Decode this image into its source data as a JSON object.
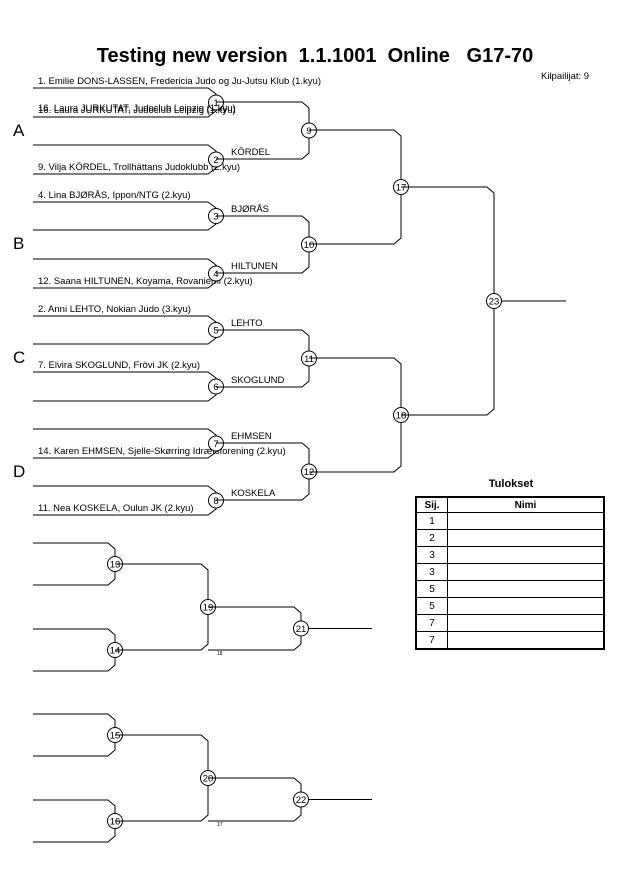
{
  "title": "Testing new version  1.1.1001  Online   G17-70",
  "competitor_count": "Kilpailijat: 9",
  "pools": [
    "A",
    "B",
    "C",
    "D"
  ],
  "competitors": [
    "1. Emilie DONS-LASSEN, Fredericia Judo og Ju-Jutsu Klub (1.kyu)",
    "16. Laura JURKUTAT, Judoclub Leipzig (1.kyu)",
    "9. Vilja KÖRDEL, Trollhättans Judoklubb (2.kyu)",
    "4. Lina BJØRÅS, Ippon/NTG (2.kyu)",
    "12. Saana HILTUNEN, Koyama, Rovaniemi (2.kyu)",
    "2. Anni LEHTO, Nokian Judo (3.kyu)",
    "7. Elvira SKOGLUND, Frövi JK (2.kyu)",
    "14. Karen EHMSEN, Sjelle-Skørring Idrætsforening (2.kyu)",
    "11. Nea KOSKELA, Oulun JK (2.kyu)"
  ],
  "winners": [
    "KÖRDEL",
    "BJØRÅS",
    "HILTUNEN",
    "LEHTO",
    "SKOGLUND",
    "EHMSEN",
    "KOSKELA"
  ],
  "matches": [
    "1",
    "2",
    "3",
    "4",
    "5",
    "6",
    "7",
    "8",
    "9",
    "10",
    "11",
    "12",
    "13",
    "14",
    "15",
    "16",
    "17",
    "18",
    "19",
    "20",
    "21",
    "22",
    "23"
  ],
  "small_notes": [
    "18",
    "17"
  ],
  "results": {
    "title": "Tulokset",
    "headers": [
      "Sij.",
      "Nimi"
    ],
    "places": [
      "1",
      "2",
      "3",
      "3",
      "5",
      "5",
      "7",
      "7"
    ]
  }
}
